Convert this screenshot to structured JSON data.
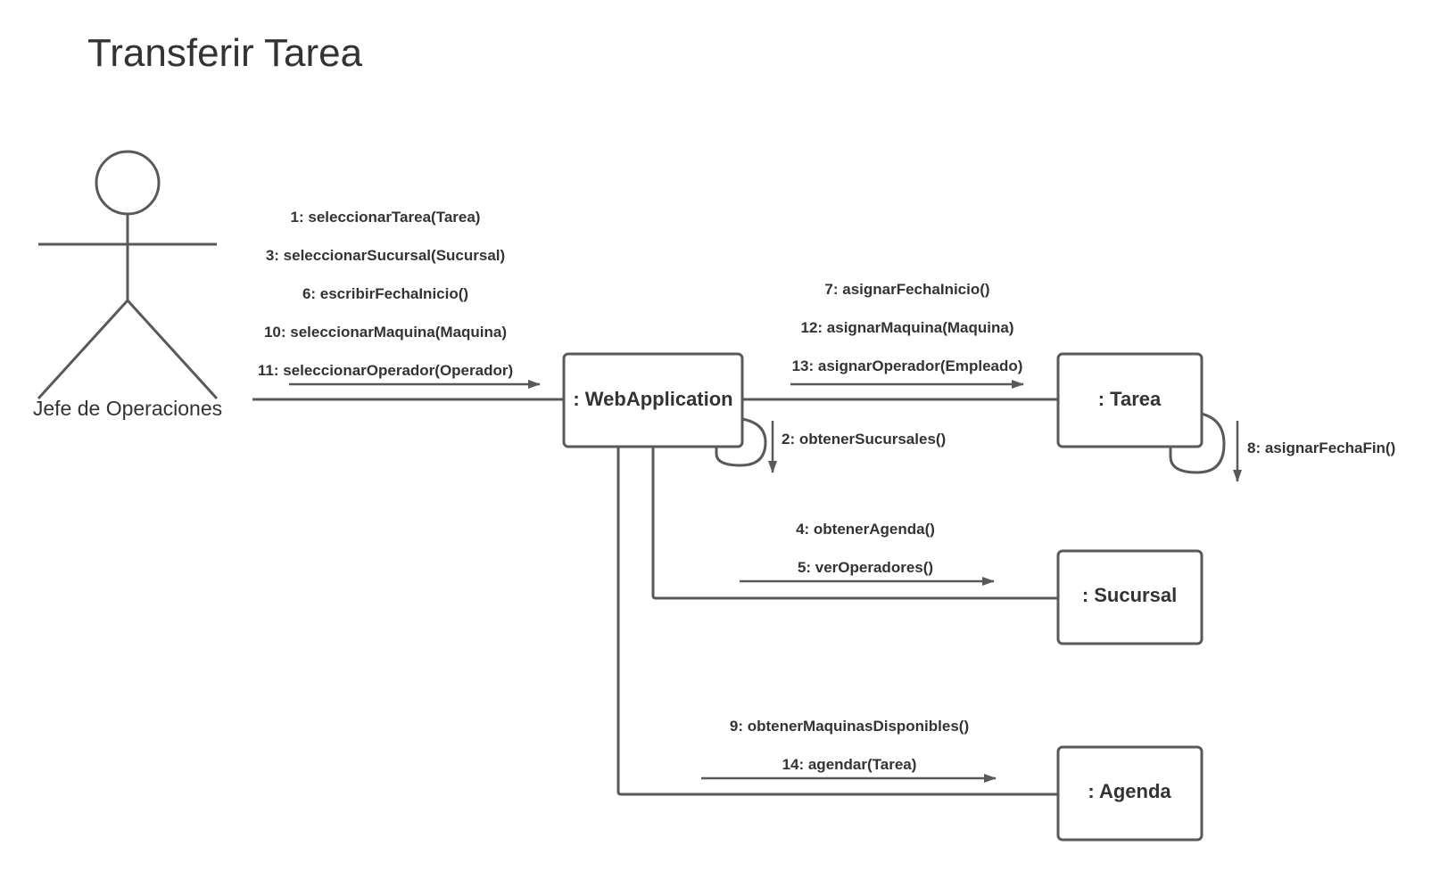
{
  "title": "Transferir Tarea",
  "actor": {
    "label": "Jefe de Operaciones"
  },
  "objects": {
    "web_app": ": WebApplication",
    "tarea": ": Tarea",
    "sucursal": ": Sucursal",
    "agenda": ": Agenda"
  },
  "messages": {
    "actor_to_webapp": [
      "1: seleccionarTarea(Tarea)",
      "3: seleccionarSucursal(Sucursal)",
      "6: escribirFechaInicio()",
      "10: seleccionarMaquina(Maquina)",
      "11: seleccionarOperador(Operador)"
    ],
    "webapp_to_tarea": [
      "7: asignarFechaInicio()",
      "12: asignarMaquina(Maquina)",
      "13: asignarOperador(Empleado)"
    ],
    "webapp_self": "2: obtenerSucursales()",
    "tarea_self": "8: asignarFechaFin()",
    "webapp_to_sucursal": [
      "4: obtenerAgenda()",
      "5: verOperadores()"
    ],
    "webapp_to_agenda": [
      "9: obtenerMaquinasDisponibles()",
      "14: agendar(Tarea)"
    ]
  },
  "colors": {
    "stroke": "#595959",
    "text": "#333333",
    "background": "#ffffff"
  }
}
